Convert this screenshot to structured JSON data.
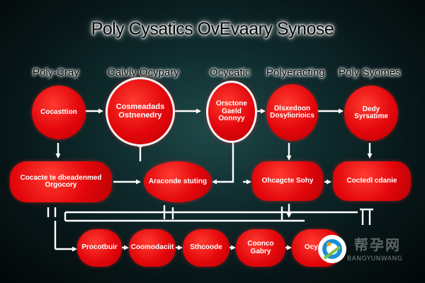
{
  "title": "Poly Cysatics OvEvaary Synose",
  "headers": [
    "Poly-Cray",
    "Caivly Ocypary",
    "Ocycatic",
    "Polyeracting",
    "Poly Syomes"
  ],
  "top_nodes": [
    "Cocasttion",
    "Cosmeadads Ostnenedry",
    "Orsctone Gaeld Oonnyy",
    "Dlsxedoon Dosyliorioics",
    "Dedy Syrsatime"
  ],
  "middle_nodes": [
    "Cocacte te dbeadenmed Orgocory",
    "Araconde stuting",
    "Ohcagcte Sohy",
    "Coctedl cdanie"
  ],
  "bottom_nodes": [
    "Procotbuir",
    "Coomodaciit",
    "Sthcoode",
    "Coonco Gabry",
    "Ocyany"
  ],
  "watermark": {
    "cn": "帮孕网",
    "en": "BANGYUNWANG",
    "badge_colors": [
      "#1a8fd6",
      "#7cc242",
      "#f39c12"
    ]
  },
  "colors": {
    "node_red": "#e3060b",
    "background_center": "#1f4a4a",
    "background_edge": "#020708",
    "wire": "#ffffff"
  }
}
